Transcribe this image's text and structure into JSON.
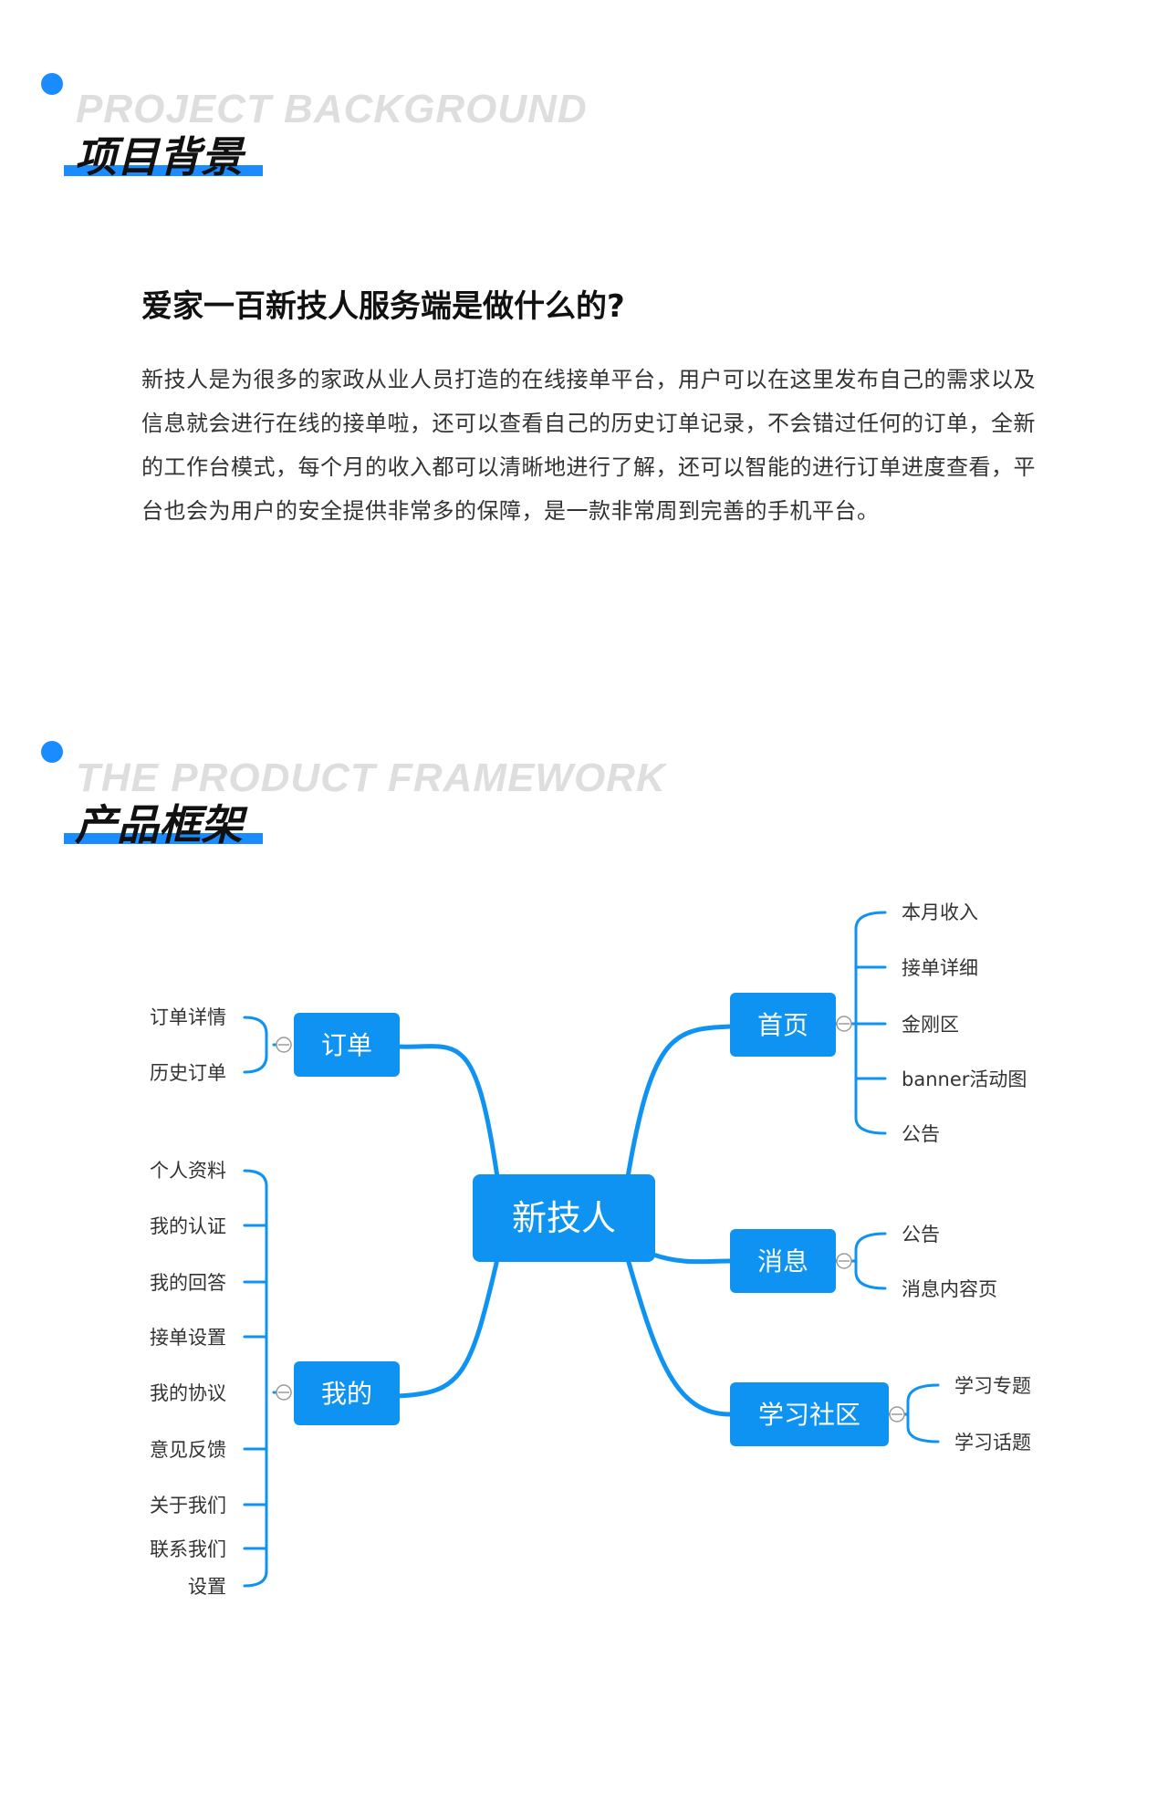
{
  "sections": {
    "background": {
      "en_title": "PROJECT BACKGROUND",
      "cn_title": "项目背景"
    },
    "framework": {
      "en_title": "THE PRODUCT FRAMEWORK",
      "cn_title": "产品框架"
    }
  },
  "intro": {
    "question": "爱家一百新技人服务端是做什么的?",
    "paragraph": "新技人是为很多的家政从业人员打造的在线接单平台，用户可以在这里发布自己的需求以及信息就会进行在线的接单啦，还可以查看自己的历史订单记录，不会错过任何的订单，全新的工作台模式，每个月的收入都可以清晰地进行了解，还可以智能的进行订单进度查看，平台也会为用户的安全提供非常多的保障，是一款非常周到完善的手机平台。"
  },
  "mindmap": {
    "root": "新技人",
    "accent_color": "#0f93f2",
    "branches": {
      "order": {
        "label": "订单",
        "children": [
          "订单详情",
          "历史订单"
        ]
      },
      "mine": {
        "label": "我的",
        "children": [
          "个人资料",
          "我的认证",
          "我的回答",
          "接单设置",
          "我的协议",
          "意见反馈",
          "关于我们",
          "联系我们",
          "设置"
        ]
      },
      "home": {
        "label": "首页",
        "children": [
          "本月收入",
          "接单详细",
          "金刚区",
          "banner活动图",
          "公告"
        ]
      },
      "message": {
        "label": "消息",
        "children": [
          "公告",
          "消息内容页"
        ]
      },
      "community": {
        "label": "学习社区",
        "children": [
          "学习专题",
          "学习话题"
        ]
      }
    }
  }
}
